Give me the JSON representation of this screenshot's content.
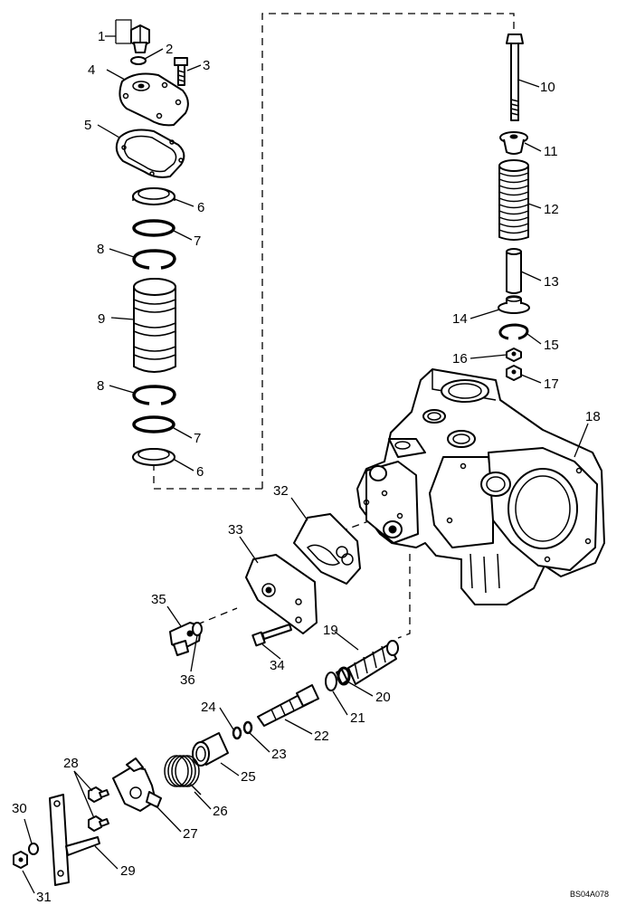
{
  "diagram": {
    "callouts": [
      "1",
      "2",
      "3",
      "4",
      "5",
      "6",
      "7",
      "8",
      "9",
      "10",
      "11",
      "12",
      "13",
      "14",
      "15",
      "16",
      "17",
      "18",
      "19",
      "20",
      "21",
      "22",
      "23",
      "24",
      "25",
      "26",
      "27",
      "28",
      "29",
      "30",
      "31",
      "32",
      "33",
      "34",
      "35",
      "36"
    ],
    "drawing_id": "BS04A078"
  }
}
